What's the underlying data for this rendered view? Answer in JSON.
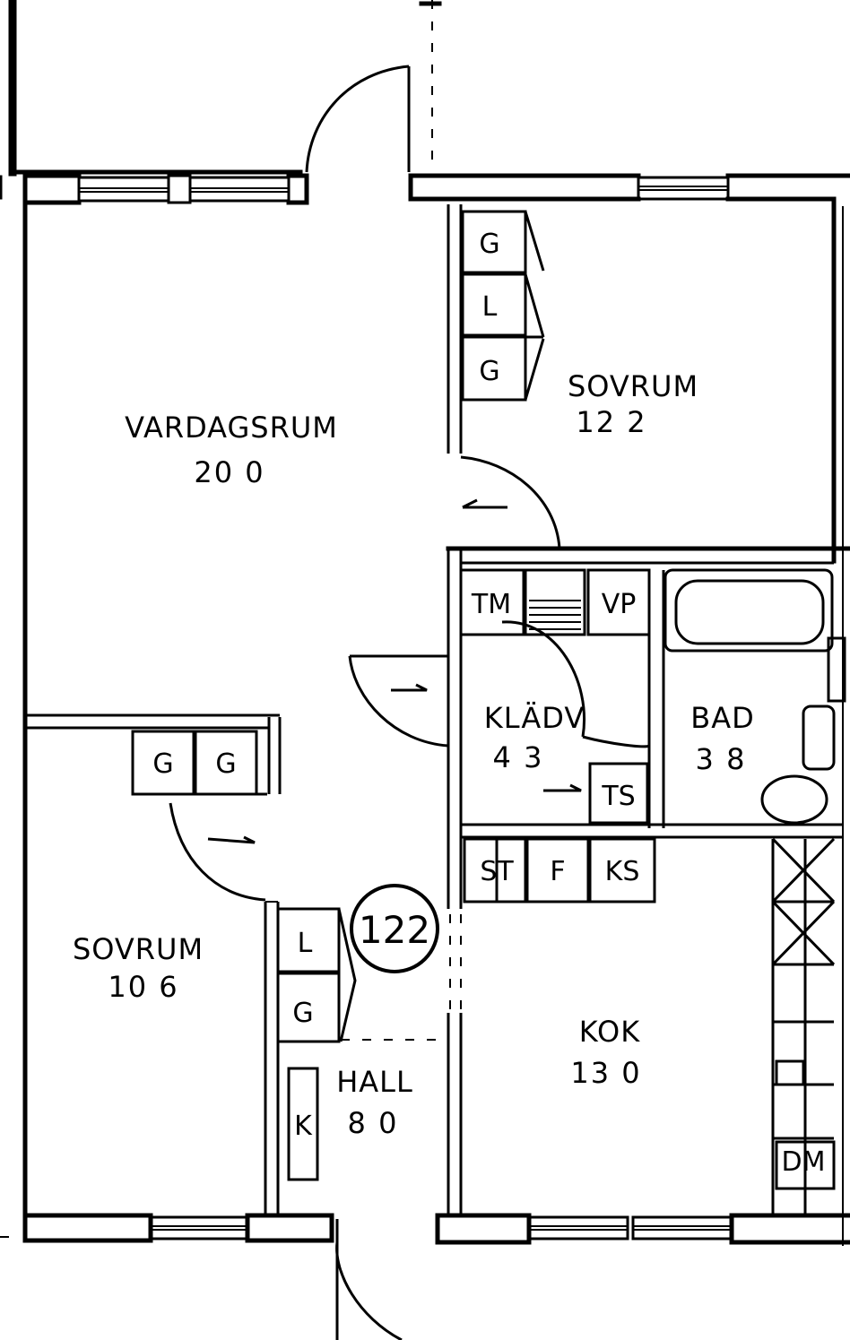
{
  "plan_id": "122",
  "rooms": {
    "living": {
      "name": "VARDAGSRUM",
      "area": "20 0"
    },
    "bedroom1": {
      "name": "SOVRUM",
      "area": "12 2"
    },
    "bedroom2": {
      "name": "SOVRUM",
      "area": "10 6"
    },
    "closet": {
      "name": "KLÄDV",
      "area": "4 3"
    },
    "bath": {
      "name": "BAD",
      "area": "3 8"
    },
    "hall": {
      "name": "HALL",
      "area": "8 0"
    },
    "kitchen": {
      "name": "KOK",
      "area": "13 0"
    }
  },
  "fixtures": {
    "bed1_g1": "G",
    "bed1_l": "L",
    "bed1_g2": "G",
    "bed2_g1": "G",
    "bed2_g2": "G",
    "hall_l": "L",
    "hall_g": "G",
    "hall_k": "K",
    "tm": "TM",
    "vp": "VP",
    "ts": "TS",
    "st": "ST",
    "f": "F",
    "ks": "KS",
    "dm": "DM"
  }
}
